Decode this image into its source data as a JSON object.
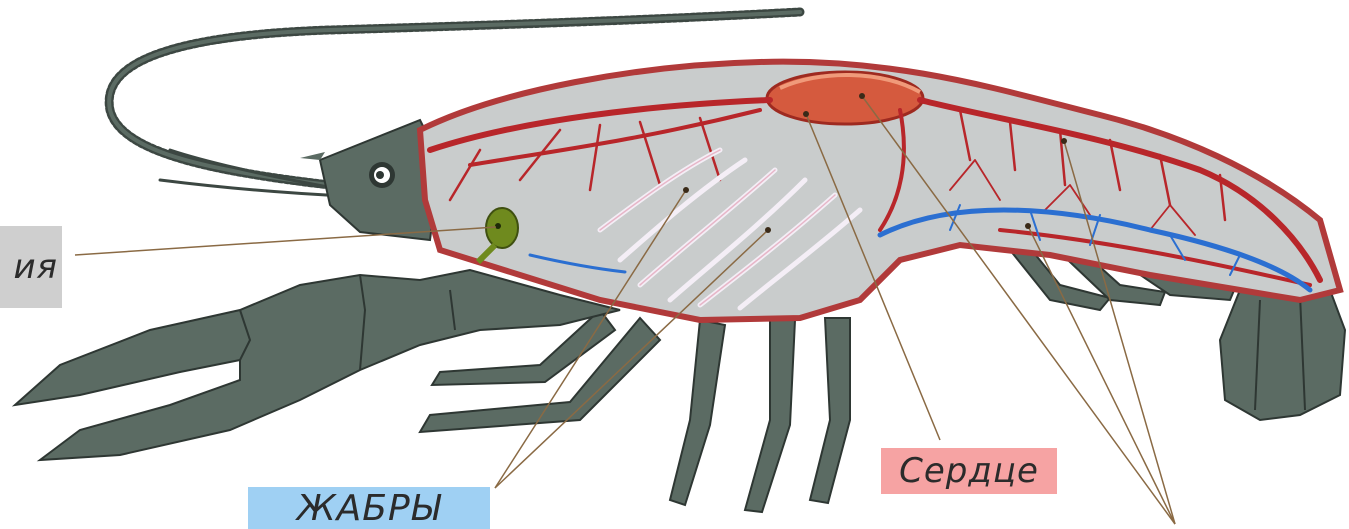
{
  "labels": {
    "left_partial": "ия",
    "gills": "ЖАБРЫ",
    "heart": "Сердце"
  },
  "colors": {
    "body": "#5b6b63",
    "body_dark": "#3c4742",
    "cavity": "#c9cccc",
    "arteries": "#b8262a",
    "veins": "#2b6fd1",
    "gill_fringe": "#f4f0f6",
    "heart": "#d55a3e",
    "gland": "#6f8a1e",
    "leader_line": "#8a6a44",
    "label_gray": "#cfcfcf",
    "label_blue": "#9fd0f3",
    "label_red": "#f6a3a3"
  },
  "icons": [
    "crayfish-body-illustration",
    "claw-illustration",
    "antenna-illustration",
    "eye-icon",
    "green-gland-icon",
    "heart-icon",
    "gill-illustration",
    "tail-fan-illustration"
  ]
}
